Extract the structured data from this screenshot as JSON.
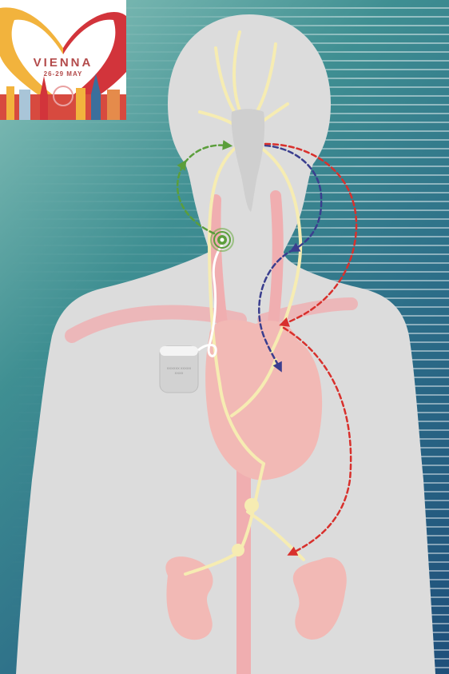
{
  "logo": {
    "city": "VIENNA",
    "dates": "26-29 MAY",
    "colors": {
      "heart_left": "#f2b33d",
      "heart_right": "#d2343b",
      "text": "#b34b4b"
    }
  },
  "device": {
    "label_line1": "XXXXXX XXXXX",
    "label_line2": "XXXX"
  },
  "colors": {
    "silhouette": "#dcdcdc",
    "organ": "#f2b9b5",
    "vessel": "#f0aeb0",
    "nerve": "#f6ecb2",
    "arrow_green": "#5b9e3b",
    "arrow_blue": "#3a3e8e",
    "arrow_red": "#d8302c",
    "lead": "#ffffff"
  }
}
